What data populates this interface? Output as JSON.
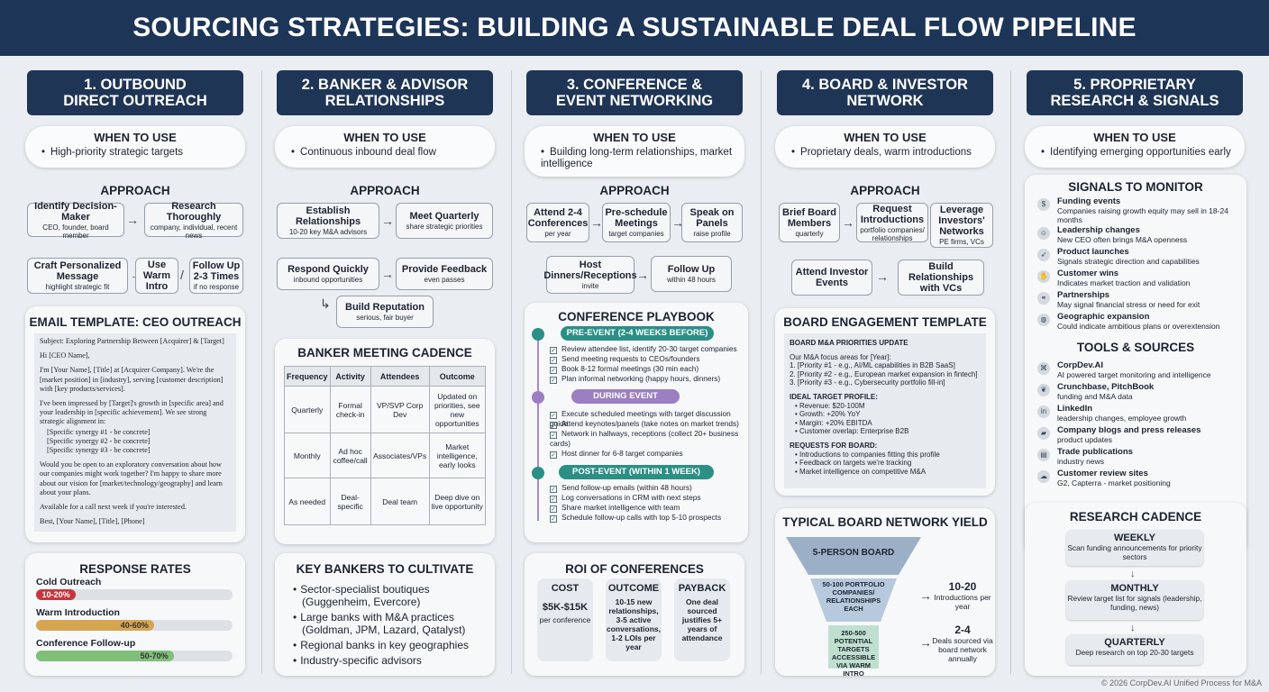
{
  "title": "SOURCING STRATEGIES: BUILDING A SUSTAINABLE DEAL FLOW PIPELINE",
  "footer": "© 2026 CorpDev.AI Unified Process for M&A",
  "labels": {
    "when_to_use": "WHEN TO USE",
    "approach": "APPROACH"
  },
  "c1": {
    "title1": "1. OUTBOUND",
    "title2": "DIRECT OUTREACH",
    "when": "High-priority strategic targets",
    "steps": [
      {
        "t": "Identify Decision-Maker",
        "s": "CEO, founder, board member"
      },
      {
        "t": "Research Thoroughly",
        "s": "company, individual, recent news"
      },
      {
        "t": "Craft Personalized Message",
        "s": "highlight strategic fit"
      },
      {
        "t": "Use Warm Intro",
        "s": ""
      },
      {
        "t": "Follow Up 2-3 Times",
        "s": "if no response"
      }
    ],
    "slash": "/",
    "email_title": "EMAIL TEMPLATE: CEO OUTREACH",
    "email": {
      "subject": "Subject: Exploring Partnership Between [Acquirer] & [Target]",
      "hi": "Hi [CEO Name],",
      "p1": "I'm [Your Name], [Title] at [Acquirer Company]. We're the [market position] in [industry], serving [customer description] with [key products/services].",
      "p2": "I've been impressed by [Target]'s growth in [specific area] and your leadership in [specific achievement]. We see strong strategic alignment in:",
      "b1": "[Specific synergy #1 - be concrete]",
      "b2": "[Specific synergy #2 - be concrete]",
      "b3": "[Specific synergy #3 - be concrete]",
      "p3": "Would you be open to an exploratory conversation about how our companies might work together? I'm happy to share more about our vision for [market/technology/geography] and learn about your plans.",
      "p4": "Available for a call next week if you're interested.",
      "sig": "Best, [Your Name], [Title], [Phone]"
    },
    "rates_title": "RESPONSE RATES",
    "rates": [
      {
        "name": "Cold Outreach",
        "range": "10-20%",
        "value": 0.2,
        "color": "#c8363d"
      },
      {
        "name": "Warm Introduction",
        "range": "40-60%",
        "value": 0.6,
        "color": "#d6a552"
      },
      {
        "name": "Conference Follow-up",
        "range": "50-70%",
        "value": 0.7,
        "color": "#7fbf7a"
      }
    ]
  },
  "c2": {
    "title1": "2. BANKER & ADVISOR",
    "title2": "RELATIONSHIPS",
    "when": "Continuous inbound deal flow",
    "steps": [
      {
        "t": "Establish Relationships",
        "s": "10-20 key M&A advisors"
      },
      {
        "t": "Meet Quarterly",
        "s": "share strategic priorities"
      },
      {
        "t": "Respond Quickly",
        "s": "inbound opportunities"
      },
      {
        "t": "Provide Feedback",
        "s": "even passes"
      },
      {
        "t": "Build Reputation",
        "s": "serious, fair buyer"
      }
    ],
    "cad_title": "BANKER MEETING CADENCE",
    "cad_head": [
      "Frequency",
      "Activity",
      "Attendees",
      "Outcome"
    ],
    "cad_rows": [
      [
        "Quarterly",
        "Formal check-in",
        "VP/SVP Corp Dev",
        "Updated on priorities, see new opportunities"
      ],
      [
        "Monthly",
        "Ad hoc coffee/call",
        "Associates/VPs",
        "Market intelligence, early looks"
      ],
      [
        "As needed",
        "Deal-specific",
        "Deal team",
        "Deep dive on live opportunity"
      ]
    ],
    "bank_title": "KEY BANKERS TO CULTIVATE",
    "banks": [
      "Sector-specialist boutiques (Guggenheim, Evercore)",
      "Large banks with M&A practices (Goldman, JPM, Lazard, Qatalyst)",
      "Regional banks in key geographies",
      "Industry-specific advisors"
    ]
  },
  "c3": {
    "title1": "3. CONFERENCE &",
    "title2": "EVENT NETWORKING",
    "when": "Building long-term relationships, market intelligence",
    "steps": [
      {
        "t": "Attend 2-4 Conferences",
        "s": "per year"
      },
      {
        "t": "Pre-schedule Meetings",
        "s": "target companies"
      },
      {
        "t": "Speak on Panels",
        "s": "raise profile"
      },
      {
        "t": "Host Dinners/Receptions",
        "s": "invite"
      },
      {
        "t": "Follow Up",
        "s": "within 48 hours"
      }
    ],
    "pb_title": "CONFERENCE PLAYBOOK",
    "phases": [
      "PRE-EVENT (2-4 WEEKS BEFORE)",
      "DURING EVENT",
      "POST-EVENT (WITHIN 1 WEEK)"
    ],
    "pre": [
      "Review attendee list, identify 20-30 target companies",
      "Send meeting requests to CEOs/founders",
      "Book 8-12 formal meetings (30 min each)",
      "Plan informal networking (happy hours, dinners)"
    ],
    "during": [
      "Execute scheduled meetings with target discussion guide",
      "Attend keynotes/panels (take notes on market trends)",
      "Network in hallways, receptions (collect 20+ business cards)",
      "Host dinner for 6-8 target companies"
    ],
    "post": [
      "Send follow-up emails (within 48 hours)",
      "Log conversations in CRM with next steps",
      "Share market intelligence with team",
      "Schedule follow-up calls with top 5-10 prospects"
    ],
    "roi_title": "ROI OF CONFERENCES",
    "roi": [
      {
        "h": "COST",
        "v": "$5K-$15K",
        "s": "per conference"
      },
      {
        "h": "OUTCOME",
        "v": "",
        "s": "10-15 new relationships, 3-5 active conversations, 1-2 LOIs per year"
      },
      {
        "h": "PAYBACK",
        "v": "",
        "s": "One deal sourced justifies 5+ years of attendance"
      }
    ]
  },
  "c4": {
    "title1": "4. BOARD & INVESTOR",
    "title2": "NETWORK",
    "when": "Proprietary deals, warm introductions",
    "steps": [
      {
        "t": "Brief Board Members",
        "s": "quarterly"
      },
      {
        "t": "Request Introductions",
        "s": "portfolio companies/ relationships"
      },
      {
        "t": "Leverage Investors' Networks",
        "s": "PE firms, VCs"
      },
      {
        "t": "Attend Investor Events",
        "s": ""
      },
      {
        "t": "Build Relationships with VCs",
        "s": ""
      }
    ],
    "tpl_title": "BOARD ENGAGEMENT TEMPLATE",
    "tpl": {
      "h": "BOARD M&A PRIORITIES UPDATE",
      "intro": "Our M&A focus areas for [Year]:",
      "p": [
        "1. [Priority #1 - e.g., AI/ML capabilities in B2B SaaS]",
        "2. [Priority #2 - e.g., European market expansion in fintech]",
        "3. [Priority #3 - e.g., Cybersecurity portfolio fill-in]"
      ],
      "ideal": "IDEAL TARGET PROFILE:",
      "profile": [
        "Revenue: $20-100M",
        "Growth: +20% YoY",
        "Margin: +20% EBITDA",
        "Customer overlap: Enterprise B2B"
      ],
      "req": "REQUESTS FOR BOARD:",
      "requests": [
        "Introductions to companies fitting this profile",
        "Feedback on targets we're tracking",
        "Market intelligence on competitive M&A"
      ]
    },
    "yield_title": "TYPICAL BOARD NETWORK YIELD",
    "funnel": [
      "5-PERSON BOARD",
      "50-100 PORTFOLIO COMPANIES/ RELATIONSHIPS EACH",
      "250-500 POTENTIAL TARGETS ACCESSIBLE VIA WARM INTRO"
    ],
    "yield": [
      {
        "v": "10-20",
        "s": "Introductions per year"
      },
      {
        "v": "2-4",
        "s": "Deals sourced via board network annually"
      }
    ]
  },
  "c5": {
    "title1": "5. PROPRIETARY",
    "title2": "RESEARCH & SIGNALS",
    "when": "Identifying emerging opportunities early",
    "sig_title": "SIGNALS TO MONITOR",
    "signals": [
      {
        "icon": "funding-icon",
        "g": "$",
        "t": "Funding events",
        "s": "Companies raising growth equity may sell in 18-24 months"
      },
      {
        "icon": "people-icon",
        "g": "☺",
        "t": "Leadership changes",
        "s": "New CEO often brings M&A openness"
      },
      {
        "icon": "rocket-icon",
        "g": "➶",
        "t": "Product launches",
        "s": "Signals strategic direction and capabilities"
      },
      {
        "icon": "handshake-icon",
        "g": "✋",
        "t": "Customer wins",
        "s": "Indicates market traction and validation"
      },
      {
        "icon": "partnership-icon",
        "g": "⚭",
        "t": "Partnerships",
        "s": "May signal financial stress or need for exit"
      },
      {
        "icon": "globe-icon",
        "g": "◍",
        "t": "Geographic expansion",
        "s": "Could indicate ambitious plans or overextension"
      }
    ],
    "tools_title": "TOOLS & SOURCES",
    "tools": [
      {
        "icon": "network-icon",
        "g": "⌘",
        "t": "CorpDev.AI",
        "s": "AI powered target monitoring and intelligence"
      },
      {
        "icon": "leaf-icon",
        "g": "❦",
        "t": "Crunchbase, PitchBook",
        "s": "funding and M&A data"
      },
      {
        "icon": "linkedin-icon",
        "g": "in",
        "t": "LinkedIn",
        "s": "leadership changes, employee growth"
      },
      {
        "icon": "folder-icon",
        "g": "▰",
        "t": "Company blogs and press releases",
        "s": "product updates"
      },
      {
        "icon": "document-icon",
        "g": "▤",
        "t": "Trade publications",
        "s": "industry news"
      },
      {
        "icon": "chat-icon",
        "g": "☁",
        "t": "Customer review sites",
        "s": "G2, Capterra - market positioning"
      }
    ],
    "rc_title": "RESEARCH CADENCE",
    "cadence": [
      {
        "t": "WEEKLY",
        "s": "Scan funding announcements for priority sectors"
      },
      {
        "t": "MONTHLY",
        "s": "Review target list for signals (leadership, funding, news)"
      },
      {
        "t": "QUARTERLY",
        "s": "Deep research on top 20-30 targets"
      }
    ]
  }
}
